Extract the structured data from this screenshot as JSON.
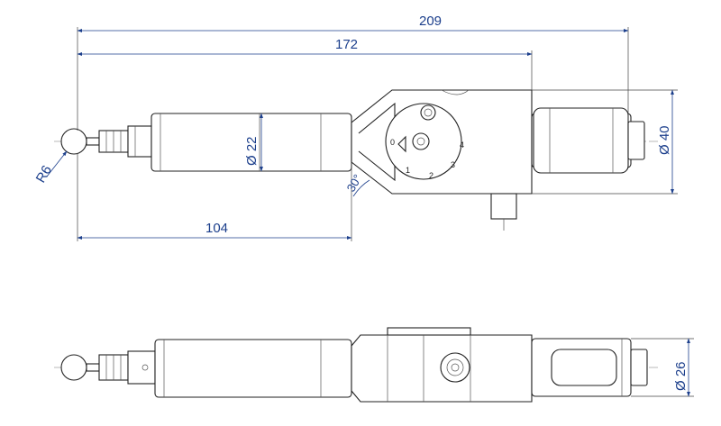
{
  "dimensions": {
    "overall_length": "209",
    "body_length": "172",
    "shank_length": "104",
    "shank_diameter": "Ø 22",
    "head_diameter": "Ø 40",
    "side_diameter": "Ø 26",
    "ball_radius": "R6",
    "angle": "30°"
  },
  "dial_marks": {
    "zero": "0",
    "one": "1",
    "two": "2",
    "three": "3",
    "four": "4"
  }
}
